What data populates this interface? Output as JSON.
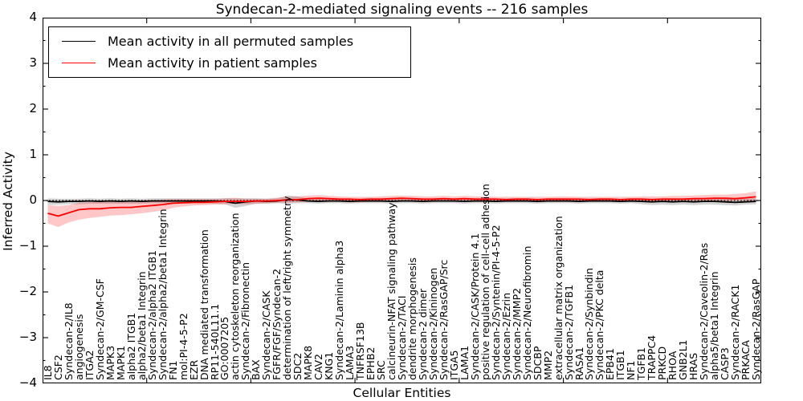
{
  "chart_data": {
    "type": "line",
    "title": "Syndecan-2-mediated signaling events -- 216 samples",
    "xlabel": "Cellular Entities",
    "ylabel": "Inferred Activity",
    "ylim": [
      -4,
      4
    ],
    "yticks": [
      4,
      3,
      2,
      1,
      0,
      -1,
      -2,
      -3,
      -4
    ],
    "ytick_labels": [
      "4",
      "3",
      "2",
      "1",
      "0",
      "−1",
      "−2",
      "−3",
      "−4"
    ],
    "x_major_ticks": [
      10,
      20,
      30,
      40,
      50,
      60
    ],
    "grid": false,
    "zero_line": true,
    "legend_position": "upper left",
    "categories": [
      "IL8",
      "CSF2",
      "Syndecan-2/IL8",
      "angiogenesis",
      "ITGA2",
      "Syndecan-2/GM-CSF",
      "MAPK3",
      "MAPK1",
      "alpha2 ITGB1",
      "alpha2/beta1 Integrin",
      "Syndecan-2/alpha2 ITGB1",
      "Syndecan-2/alpha2/beta1 Integrin",
      "FN1",
      "mol:PI-4-5-P2",
      "EZR",
      "DNA mediated transformation",
      "RP11-540L11.1",
      "GO:0007205",
      "actin cytoskeleton reorganization",
      "Syndecan-2/Fibronectin",
      "BAX",
      "Syndecan-2/CASK",
      "FGFR/FGF/Syndecan-2",
      "determination of left/right symmetry",
      "SDC2",
      "MAPK8",
      "CAV2",
      "KNG1",
      "Syndecan-2/Laminin alpha3",
      "LAMA3",
      "TNFRSF13B",
      "EPHB2",
      "SRC",
      "calcineurin-NFAT signaling pathway",
      "Syndecan-2/TACI",
      "dendrite morphogenesis",
      "Syndecan-2 dimer",
      "Syndecan-2/Kininogen",
      "Syndecan-2/RasGAP/Src",
      "ITGA5",
      "LAMA1",
      "Syndecan-2/CASK/Protein 4.1",
      "positive regulation of cell-cell adhesion",
      "Syndecan-2/Syntenin/PI-4-5-P2",
      "Syndecan-2/Ezrin",
      "Syndecan-2/MMP2",
      "Syndecan-2/Neurofibromin",
      "SDCBP",
      "MMP2",
      "extracellular matrix organization",
      "Syndecan-2/TGFB1",
      "RASA1",
      "Syndecan-2/Synbindin",
      "Syndecan-2/PKC delta",
      "EPB41",
      "ITGB1",
      "NF1",
      "TGFB1",
      "TRAPPC4",
      "PRKCD",
      "RHOA",
      "GNB2L1",
      "HRAS",
      "Syndecan-2/Caveolin-2/Ras",
      "alpha5/beta1 Integrin",
      "CASP3",
      "Syndecan-2/RACK1",
      "PRKACA",
      "Syndecan-2/RasGAP"
    ],
    "series": [
      {
        "name": "Mean activity in all permuted samples",
        "color": "#000000",
        "band_color": "rgba(128,128,128,0.35)",
        "values": [
          -0.02,
          -0.03,
          -0.02,
          -0.02,
          -0.01,
          -0.02,
          -0.01,
          -0.02,
          -0.01,
          -0.02,
          -0.01,
          -0.01,
          -0.01,
          -0.01,
          -0.01,
          -0.01,
          -0.01,
          -0.02,
          -0.06,
          -0.03,
          -0.01,
          -0.02,
          -0.01,
          0.02,
          0.01,
          -0.01,
          -0.02,
          -0.01,
          -0.01,
          -0.02,
          -0.01,
          -0.01,
          -0.01,
          -0.02,
          -0.01,
          -0.01,
          -0.02,
          -0.01,
          -0.01,
          -0.01,
          -0.02,
          -0.01,
          -0.01,
          -0.02,
          -0.01,
          -0.01,
          -0.01,
          -0.02,
          -0.01,
          -0.01,
          -0.01,
          -0.02,
          -0.01,
          -0.01,
          -0.01,
          -0.02,
          -0.01,
          -0.02,
          -0.03,
          -0.02,
          -0.03,
          -0.02,
          -0.03,
          -0.02,
          -0.02,
          -0.03,
          -0.04,
          -0.03,
          -0.02
        ],
        "band_lo": [
          -0.1,
          -0.09,
          -0.08,
          -0.08,
          -0.07,
          -0.07,
          -0.07,
          -0.07,
          -0.07,
          -0.07,
          -0.06,
          -0.06,
          -0.06,
          -0.06,
          -0.06,
          -0.06,
          -0.07,
          -0.08,
          -0.16,
          -0.12,
          -0.07,
          -0.07,
          -0.06,
          -0.07,
          -0.06,
          -0.06,
          -0.07,
          -0.06,
          -0.06,
          -0.07,
          -0.06,
          -0.06,
          -0.06,
          -0.07,
          -0.06,
          -0.06,
          -0.07,
          -0.06,
          -0.06,
          -0.06,
          -0.07,
          -0.06,
          -0.06,
          -0.07,
          -0.06,
          -0.06,
          -0.06,
          -0.07,
          -0.06,
          -0.06,
          -0.06,
          -0.07,
          -0.06,
          -0.06,
          -0.06,
          -0.07,
          -0.06,
          -0.08,
          -0.1,
          -0.09,
          -0.1,
          -0.09,
          -0.1,
          -0.09,
          -0.09,
          -0.1,
          -0.11,
          -0.09,
          -0.08
        ],
        "band_hi": [
          0.05,
          0.04,
          0.04,
          0.04,
          0.05,
          0.04,
          0.05,
          0.04,
          0.05,
          0.04,
          0.05,
          0.05,
          0.05,
          0.05,
          0.05,
          0.05,
          0.05,
          0.05,
          0.05,
          0.05,
          0.05,
          0.04,
          0.05,
          0.11,
          0.09,
          0.05,
          0.04,
          0.05,
          0.05,
          0.04,
          0.05,
          0.05,
          0.05,
          0.04,
          0.05,
          0.05,
          0.04,
          0.05,
          0.05,
          0.05,
          0.04,
          0.05,
          0.05,
          0.04,
          0.05,
          0.05,
          0.05,
          0.04,
          0.05,
          0.05,
          0.05,
          0.04,
          0.05,
          0.05,
          0.05,
          0.04,
          0.05,
          0.05,
          0.05,
          0.05,
          0.05,
          0.05,
          0.05,
          0.05,
          0.05,
          0.04,
          0.04,
          0.05,
          0.05
        ]
      },
      {
        "name": "Mean activity in patient samples",
        "color": "#ff0000",
        "band_color": "rgba(255,0,0,0.22)",
        "values": [
          -0.28,
          -0.34,
          -0.27,
          -0.2,
          -0.18,
          -0.18,
          -0.16,
          -0.15,
          -0.15,
          -0.13,
          -0.11,
          -0.09,
          -0.06,
          -0.05,
          -0.04,
          -0.04,
          -0.03,
          -0.02,
          -0.02,
          -0.02,
          -0.01,
          -0.01,
          0.0,
          0.01,
          0.02,
          0.04,
          0.05,
          0.04,
          0.03,
          0.03,
          0.02,
          0.03,
          0.03,
          0.04,
          0.05,
          0.04,
          0.03,
          0.03,
          0.04,
          0.03,
          0.04,
          0.03,
          0.03,
          0.03,
          0.02,
          0.03,
          0.03,
          0.02,
          0.03,
          0.03,
          0.03,
          0.03,
          0.02,
          0.03,
          0.03,
          0.02,
          0.03,
          0.03,
          0.02,
          0.03,
          0.03,
          0.03,
          0.04,
          0.04,
          0.05,
          0.05,
          0.04,
          0.06,
          0.08
        ],
        "band_lo": [
          -0.5,
          -0.58,
          -0.48,
          -0.42,
          -0.38,
          -0.36,
          -0.33,
          -0.32,
          -0.3,
          -0.28,
          -0.25,
          -0.22,
          -0.16,
          -0.13,
          -0.11,
          -0.1,
          -0.09,
          -0.08,
          -0.07,
          -0.08,
          -0.07,
          -0.06,
          -0.05,
          -0.05,
          -0.04,
          -0.03,
          -0.02,
          -0.03,
          -0.03,
          -0.04,
          -0.04,
          -0.03,
          -0.03,
          -0.02,
          -0.02,
          -0.03,
          -0.03,
          -0.03,
          -0.02,
          -0.03,
          -0.02,
          -0.03,
          -0.03,
          -0.03,
          -0.03,
          -0.03,
          -0.03,
          -0.04,
          -0.03,
          -0.03,
          -0.03,
          -0.03,
          -0.03,
          -0.03,
          -0.03,
          -0.03,
          -0.03,
          -0.03,
          -0.03,
          -0.03,
          -0.02,
          -0.02,
          -0.02,
          -0.02,
          -0.02,
          -0.02,
          -0.01,
          -0.01,
          0.0
        ],
        "band_hi": [
          -0.1,
          -0.12,
          -0.1,
          -0.05,
          -0.04,
          -0.03,
          -0.02,
          -0.02,
          -0.01,
          0.0,
          0.01,
          0.02,
          0.03,
          0.03,
          0.03,
          0.03,
          0.03,
          0.05,
          0.06,
          0.04,
          0.04,
          0.04,
          0.06,
          0.08,
          0.09,
          0.11,
          0.12,
          0.1,
          0.09,
          0.08,
          0.08,
          0.08,
          0.09,
          0.1,
          0.11,
          0.1,
          0.09,
          0.09,
          0.1,
          0.09,
          0.1,
          0.09,
          0.09,
          0.08,
          0.08,
          0.08,
          0.08,
          0.08,
          0.08,
          0.09,
          0.09,
          0.08,
          0.08,
          0.08,
          0.08,
          0.08,
          0.08,
          0.09,
          0.09,
          0.09,
          0.1,
          0.1,
          0.11,
          0.12,
          0.13,
          0.13,
          0.14,
          0.16,
          0.2
        ]
      }
    ]
  }
}
